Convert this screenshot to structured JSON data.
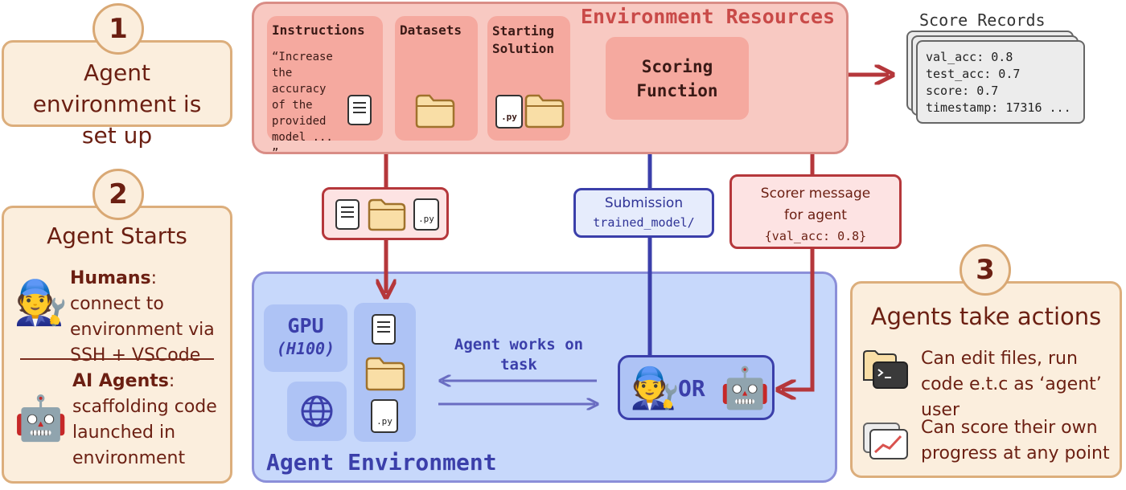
{
  "steps": {
    "s1": {
      "number": "1",
      "title": "Agent environment is set up"
    },
    "s2": {
      "number": "2",
      "title": "Agent Starts",
      "humans_bold": "Humans",
      "humans_text": ": connect to environment via SSH + VSCode",
      "ai_bold": "AI Agents",
      "ai_text": ": scaffolding code launched in environment"
    },
    "s3": {
      "number": "3",
      "title": "Agents take actions",
      "item1": "Can edit files, run code e.t.c as ‘agent’ user",
      "item2": "Can score their own progress at any point"
    }
  },
  "resources": {
    "title": "Environment Resources",
    "instructions_label": "Instructions",
    "instructions_quote": "“Increase the accuracy of the provided model ... ”",
    "datasets_label": "Datasets",
    "starting_label": "Starting Solution",
    "py_label": ".py",
    "scoring_label": "Scoring Function"
  },
  "score_records": {
    "title": "Score Records",
    "lines": [
      "val_acc: 0.8",
      "test_acc: 0.7",
      "score: 0.7",
      "timestamp: 17316 ..."
    ]
  },
  "submission": {
    "label": "Submission",
    "path": "trained_model/"
  },
  "scorer_message": {
    "line1": "Scorer message",
    "line2": "for agent",
    "line3": "{val_acc: 0.8}"
  },
  "agent_env": {
    "title": "Agent Environment",
    "gpu": "GPU",
    "gpu_model": "(H100)",
    "works_label": "Agent works on task",
    "or_label": "OR"
  },
  "colors": {
    "red_arrow": "#b5373b",
    "blue_arrow": "#3b3faa",
    "step_text": "#6b1f12"
  },
  "icons": [
    "document-icon",
    "folder-icon",
    "py-file-icon",
    "globe-icon",
    "mechanic-emoji",
    "robot-emoji",
    "terminal-icon",
    "chart-icon"
  ]
}
